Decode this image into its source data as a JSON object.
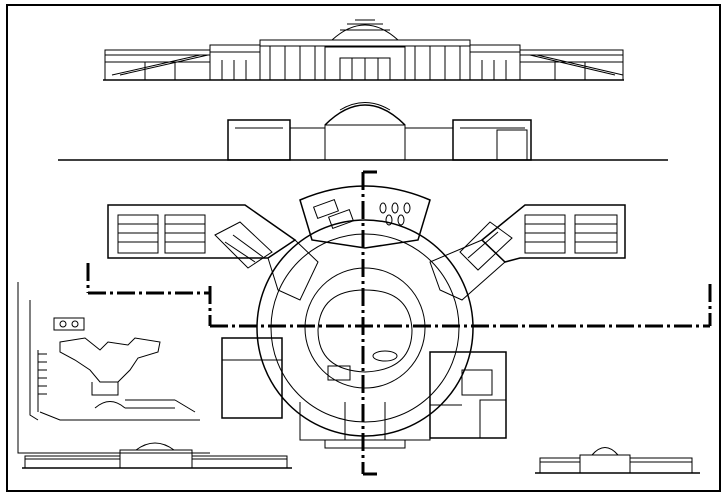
{
  "drawing": {
    "line_color": "#000000",
    "background": "#ffffff",
    "views": [
      "front-elevation",
      "section-elevation",
      "floor-plan",
      "site-plan",
      "small-elevation-left",
      "small-elevation-right"
    ]
  }
}
